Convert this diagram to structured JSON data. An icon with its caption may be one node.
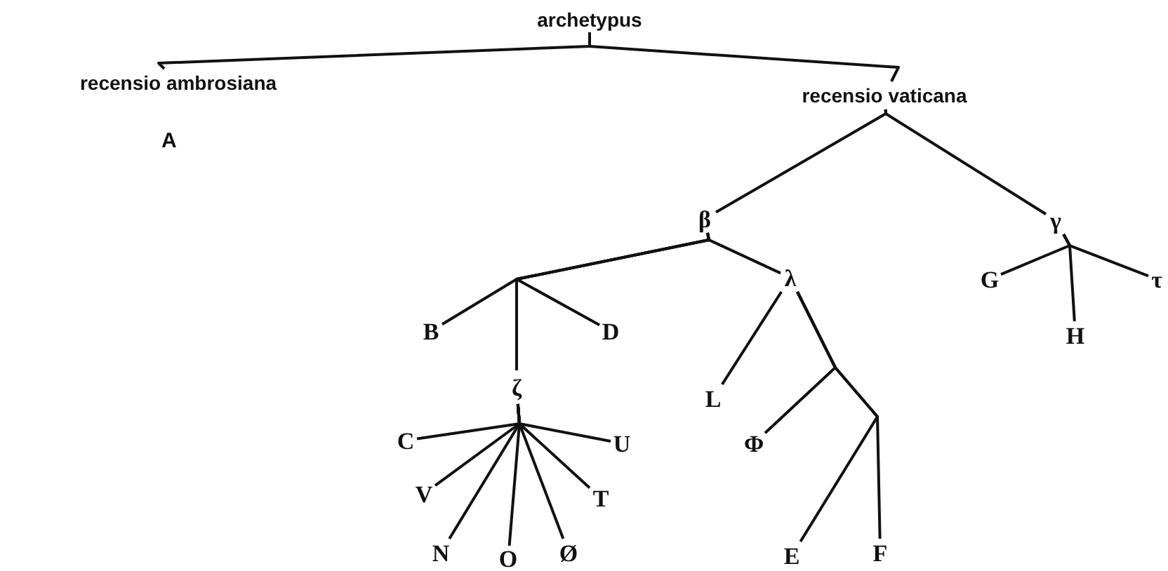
{
  "diagram": {
    "nodes": [
      {
        "text": [
          "archetypus"
        ]
      },
      {
        "text": [
          "recensio ambrosiana"
        ]
      },
      {
        "text": [
          "recensio vaticana"
        ]
      },
      {
        "text": [
          "β"
        ]
      },
      {
        "text": [
          "γ"
        ]
      },
      {
        "text": [
          "B"
        ]
      },
      {
        "text": [
          "ζ"
        ]
      },
      {
        "text": [
          "D"
        ]
      },
      {
        "text": [
          "λ"
        ]
      },
      {
        "text": [
          "L"
        ]
      },
      {
        "text": [
          "Φ"
        ]
      },
      {
        "text": [
          "E"
        ]
      },
      {
        "text": [
          "F"
        ]
      },
      {
        "text": [
          "C"
        ]
      },
      {
        "text": [
          "U"
        ]
      },
      {
        "text": [
          "V"
        ]
      },
      {
        "text": [
          "T"
        ]
      },
      {
        "text": [
          "N"
        ]
      },
      {
        "text": [
          "O"
        ]
      },
      {
        "text": [
          "Ø"
        ]
      },
      {
        "text": [
          "G"
        ]
      },
      {
        "text": [
          "H"
        ]
      },
      {
        "text": [
          "τ"
        ]
      }
    ],
    "edges": [
      {
        "from": 0,
        "to": 1,
        "arrow": "none"
      },
      {
        "from": 0,
        "to": 2,
        "arrow": "none"
      },
      {
        "from": 2,
        "to": 3,
        "arrow": "none"
      },
      {
        "from": 2,
        "to": 4,
        "arrow": "none"
      },
      {
        "from": 3,
        "to": 5,
        "arrow": "none"
      },
      {
        "from": 3,
        "to": 6,
        "arrow": "none"
      },
      {
        "from": 3,
        "to": 7,
        "arrow": "none"
      },
      {
        "from": 3,
        "to": 8,
        "arrow": "none"
      },
      {
        "from": 8,
        "to": 9,
        "arrow": "none"
      },
      {
        "from": 8,
        "to": 10,
        "arrow": "none"
      },
      {
        "from": 8,
        "to": 11,
        "arrow": "none"
      },
      {
        "from": 8,
        "to": 12,
        "arrow": "none"
      },
      {
        "from": 6,
        "to": 13,
        "arrow": "none"
      },
      {
        "from": 6,
        "to": 14,
        "arrow": "none"
      },
      {
        "from": 6,
        "to": 15,
        "arrow": "none"
      },
      {
        "from": 6,
        "to": 16,
        "arrow": "none"
      },
      {
        "from": 6,
        "to": 17,
        "arrow": "none"
      },
      {
        "from": 6,
        "to": 18,
        "arrow": "none"
      },
      {
        "from": 6,
        "to": 19,
        "arrow": "none"
      },
      {
        "from": 4,
        "to": 20,
        "arrow": "none"
      },
      {
        "from": 4,
        "to": 21,
        "arrow": "none"
      },
      {
        "from": 4,
        "to": 22,
        "arrow": "none"
      }
    ],
    "labels": [
      "A"
    ]
  }
}
